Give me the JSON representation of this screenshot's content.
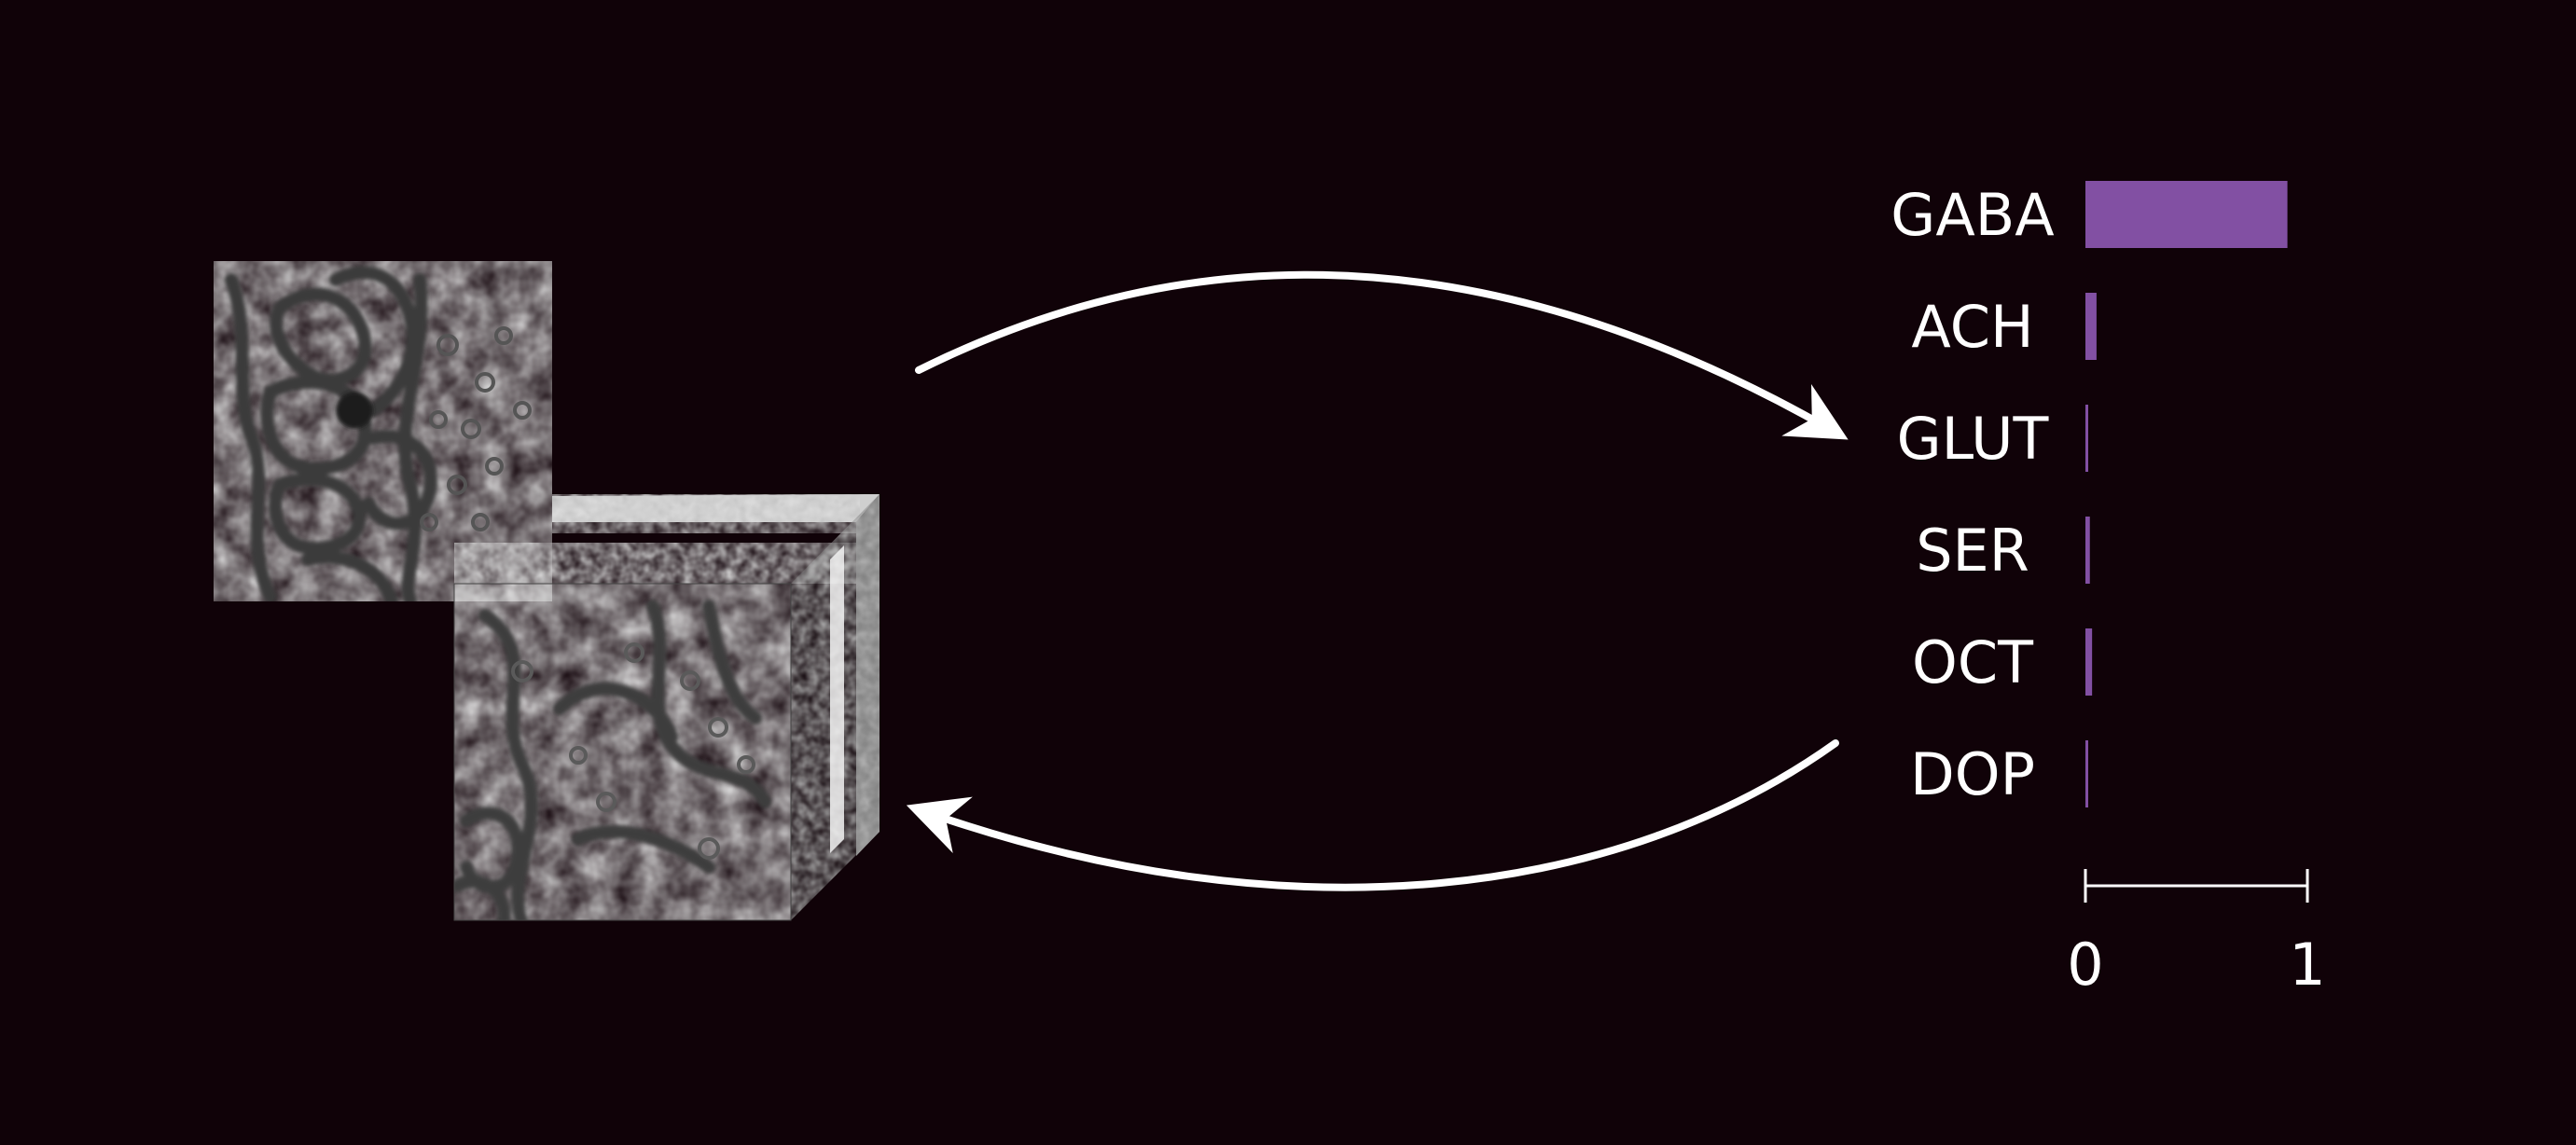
{
  "background_color": "#100208",
  "bar_color": "#8250a3",
  "text_color": "#ffffff",
  "arrow_color": "#ffffff",
  "icons": {
    "em_slice": "em-slice-image",
    "em_volume": "em-volume-cube",
    "forward_arrow": "curved-arrow-right",
    "back_arrow": "curved-arrow-left"
  },
  "chart_data": {
    "type": "bar",
    "orientation": "horizontal",
    "categories": [
      "GABA",
      "ACH",
      "GLUT",
      "SER",
      "OCT",
      "DOP"
    ],
    "values": [
      0.91,
      0.05,
      0.01,
      0.02,
      0.03,
      0.01
    ],
    "xlim": [
      0,
      1
    ],
    "xticks": [
      "0",
      "1"
    ],
    "grid": false
  }
}
